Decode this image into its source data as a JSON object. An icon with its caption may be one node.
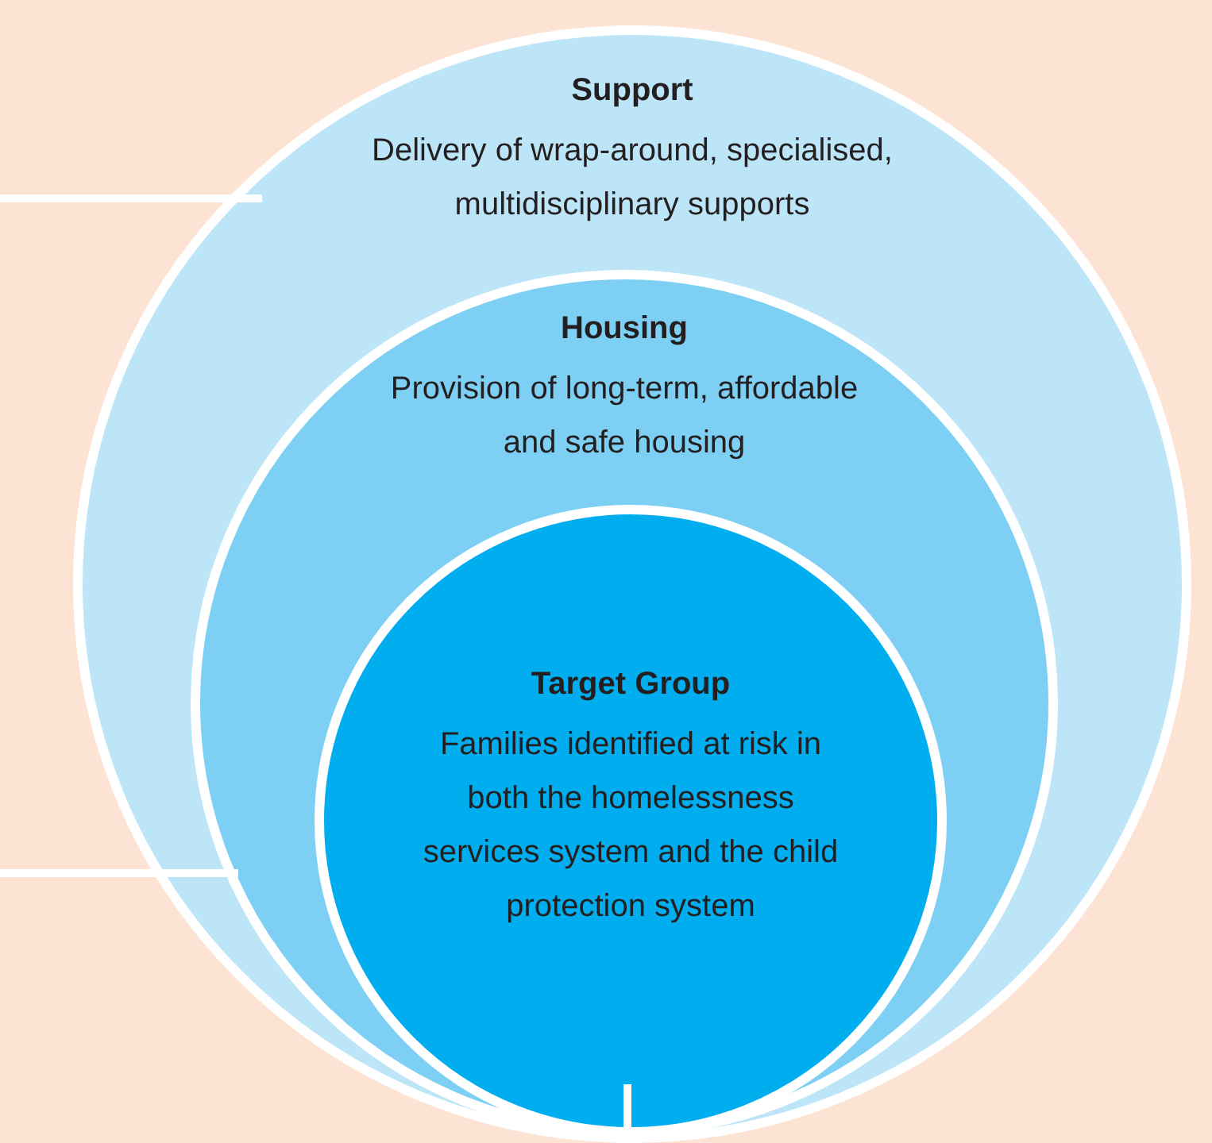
{
  "diagram": {
    "nodes": [
      {
        "text": [
          "Support",
          "Delivery of wrap-around, specialised, multidisciplinary supports"
        ]
      },
      {
        "text": [
          "Housing",
          "Provision of long-term, affordable and safe housing"
        ],
        "in": 0
      },
      {
        "text": [
          "Target Group",
          "Families identified at risk in both the homelessness services system and the child protection system"
        ],
        "in": 1
      }
    ],
    "edges": [
      {
        "from": null,
        "to": 0,
        "arrow": "none"
      },
      {
        "from": null,
        "to": 1,
        "arrow": "none"
      },
      {
        "from": null,
        "to": 2,
        "arrow": "none"
      }
    ]
  }
}
